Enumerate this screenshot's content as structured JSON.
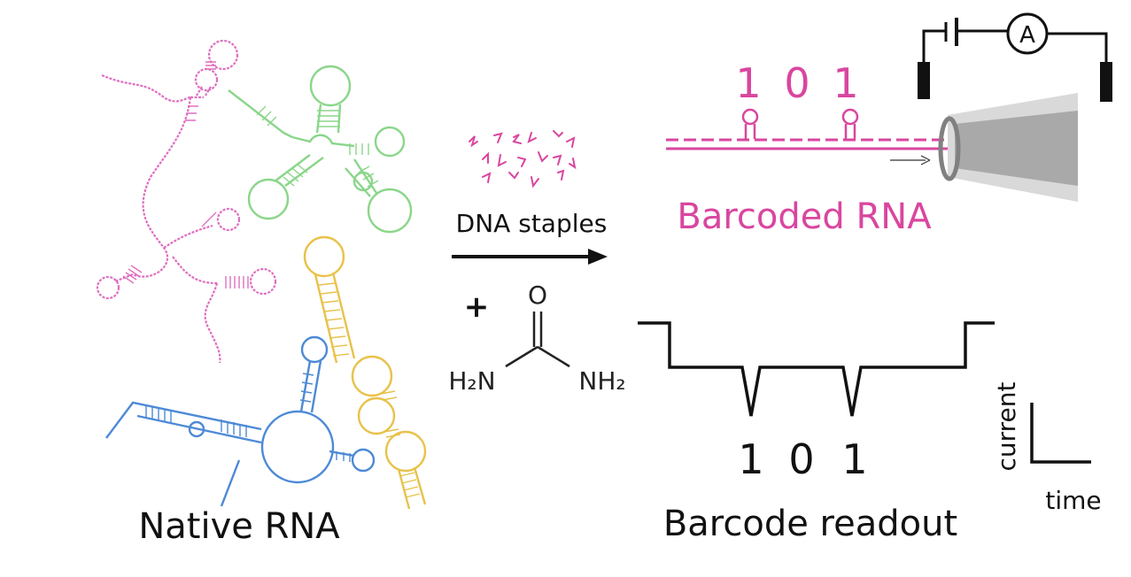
{
  "native": {
    "label": "Native RNA"
  },
  "reaction": {
    "staples_label": "DNA staples",
    "plus": "+",
    "urea": {
      "o": "O",
      "left": "H₂N",
      "right": "NH₂"
    }
  },
  "barcoded": {
    "label": "Barcoded RNA",
    "bits": [
      "1",
      "0",
      "1"
    ],
    "ammeter": "A"
  },
  "readout": {
    "label": "Barcode readout",
    "bits": [
      "1",
      "0",
      "1"
    ],
    "y_axis": "current",
    "x_axis": "time"
  },
  "colors": {
    "magenta": "#d9469f",
    "pink_rna": "#df6fbf",
    "green_rna": "#8ad68a",
    "blue_rna": "#4d8ad6",
    "yellow_rna": "#e8c24a",
    "pore_gray": "#9a9a9a",
    "ink": "#111111"
  }
}
